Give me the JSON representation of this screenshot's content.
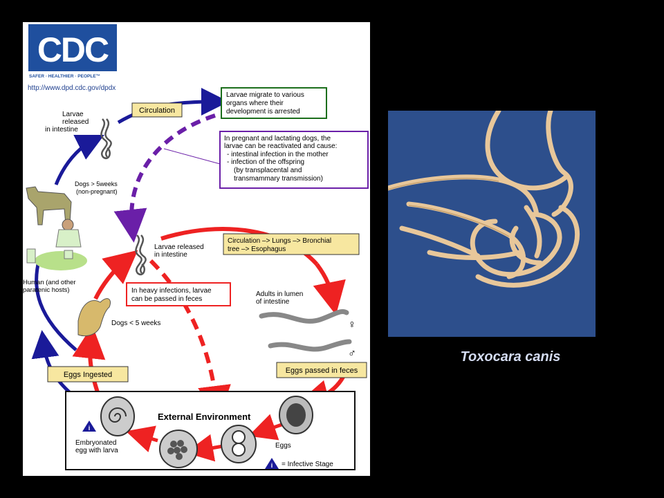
{
  "header": {
    "logo_text": "CDC",
    "tagline": "SAFER · HEALTHIER · PEOPLE™",
    "url": "http://www.dpd.cdc.gov/dpdx"
  },
  "diagram": {
    "circulation_top": "Circulation",
    "migrate_box": [
      "Larvae migrate to various",
      "organs where their",
      "development is arrested"
    ],
    "pregnant_box": [
      "In pregnant and lactating dogs, the",
      "larvae can be reactivated and cause:",
      "- intestinal infection in the mother",
      "- infection of the offspring",
      "(by transplacental and",
      "transmammary transmission)"
    ],
    "larvae_released_left": [
      "Larvae",
      "released",
      "in intestine"
    ],
    "dogs_over_5": [
      "Dogs > 5weeks",
      "(non-pregnant)"
    ],
    "human_hosts": [
      "Human (and other",
      "paratenic hosts)"
    ],
    "larvae_released_center": [
      "Larvae released",
      "in intestine"
    ],
    "circulation_lungs": [
      "Circulation –> Lungs –> Bronchial",
      "tree –> Esophagus"
    ],
    "heavy_infection": [
      "In heavy infections, larvae",
      "can be passed in feces"
    ],
    "adults_lumen": [
      "Adults in lumen",
      "of intestine"
    ],
    "female_symbol": "♀",
    "male_symbol": "♂",
    "dogs_under_5": "Dogs < 5 weeks",
    "eggs_ingested": "Eggs Ingested",
    "eggs_passed": "Eggs passed in feces",
    "external_env": "External Environment",
    "eggs_label": "Eggs",
    "embryonated": [
      "Embryonated",
      "egg with larva"
    ],
    "info_icon": "i",
    "infective_stage": "= Infective Stage"
  },
  "caption": "Toxocara canis",
  "colors": {
    "blue_arrow": "#1a1a99",
    "red_arrow": "#ee2222",
    "purple_arrow": "#6a1fa8",
    "label_fill": "#f7e7a0",
    "slide_bg": "#000000",
    "caption": "#d4dcf2",
    "photo_bg": "#2d4f8c",
    "worm": "#e8c79a"
  }
}
